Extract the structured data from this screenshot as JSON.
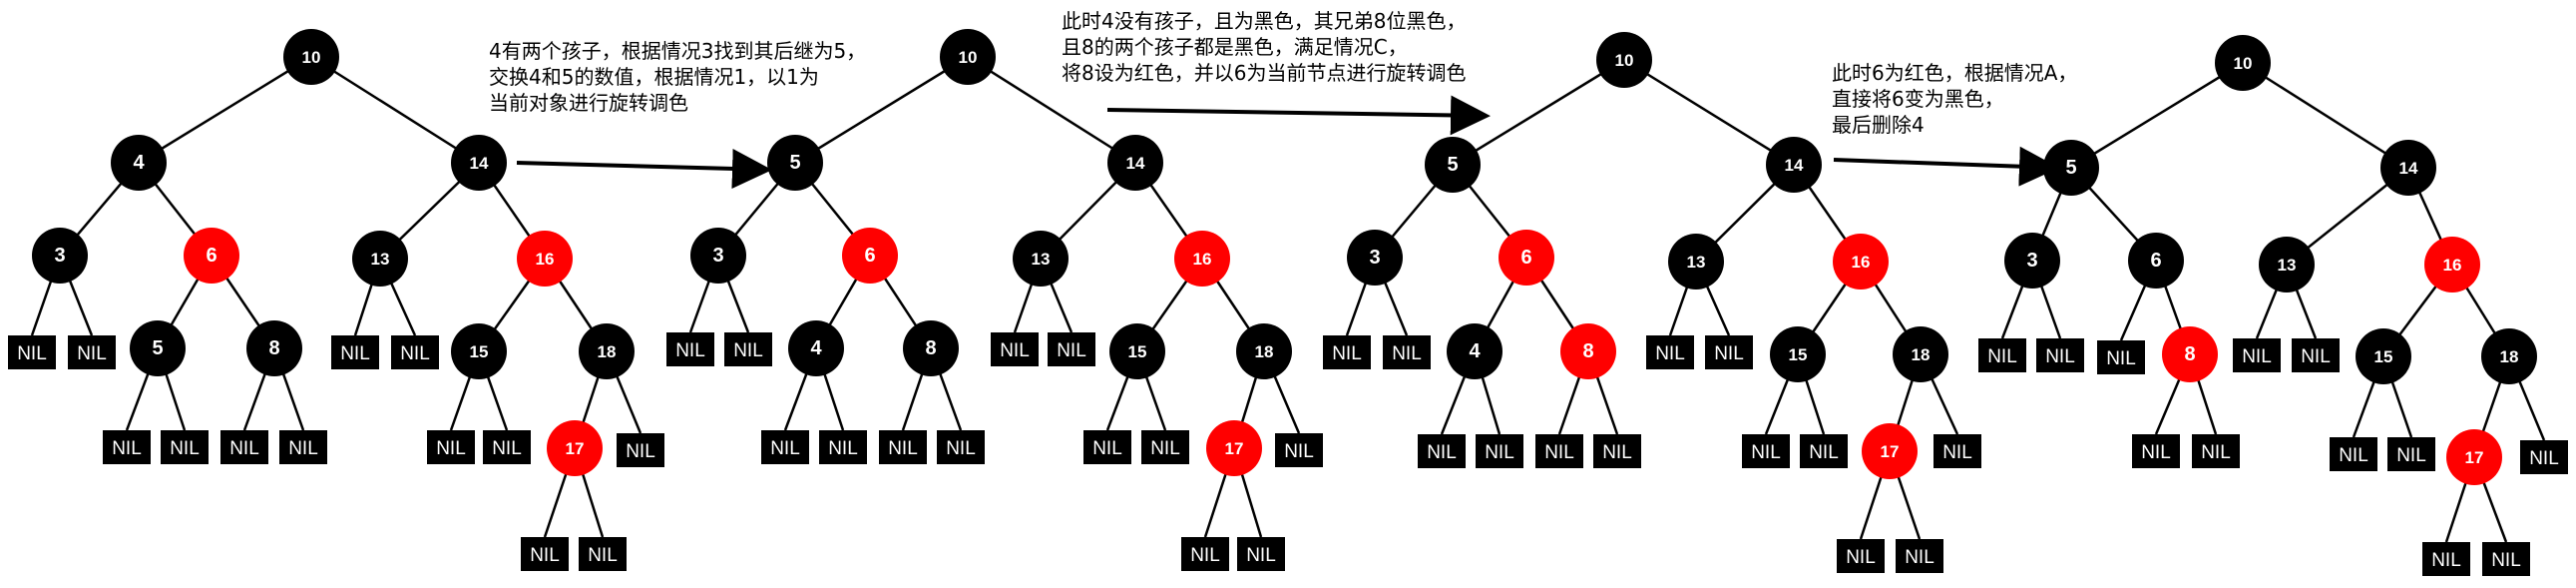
{
  "colors": {
    "black": "#000000",
    "red": "#ff0000",
    "edge": "#000000",
    "text": "#ffffff"
  },
  "nil_label": "NIL",
  "trees": [
    {
      "nodes": [
        {
          "id": "10",
          "label": "10",
          "color": "black"
        },
        {
          "id": "4",
          "label": "4",
          "color": "black",
          "parent": "10"
        },
        {
          "id": "14",
          "label": "14",
          "color": "black",
          "parent": "10"
        },
        {
          "id": "3",
          "label": "3",
          "color": "black",
          "parent": "4"
        },
        {
          "id": "6",
          "label": "6",
          "color": "red",
          "parent": "4"
        },
        {
          "id": "5",
          "label": "5",
          "color": "black",
          "parent": "6"
        },
        {
          "id": "8",
          "label": "8",
          "color": "black",
          "parent": "6"
        },
        {
          "id": "13",
          "label": "13",
          "color": "black",
          "parent": "14"
        },
        {
          "id": "16",
          "label": "16",
          "color": "red",
          "parent": "14"
        },
        {
          "id": "15",
          "label": "15",
          "color": "black",
          "parent": "16"
        },
        {
          "id": "18",
          "label": "18",
          "color": "black",
          "parent": "16"
        },
        {
          "id": "17",
          "label": "17",
          "color": "red",
          "parent": "18"
        }
      ],
      "nils": [
        "3",
        "3",
        "5",
        "5",
        "8",
        "8",
        "13",
        "13",
        "15",
        "15",
        "18",
        "17",
        "17"
      ]
    },
    {
      "nodes": [
        {
          "id": "10",
          "label": "10",
          "color": "black"
        },
        {
          "id": "5",
          "label": "5",
          "color": "black",
          "parent": "10"
        },
        {
          "id": "14",
          "label": "14",
          "color": "black",
          "parent": "10"
        },
        {
          "id": "3",
          "label": "3",
          "color": "black",
          "parent": "5"
        },
        {
          "id": "6",
          "label": "6",
          "color": "red",
          "parent": "5"
        },
        {
          "id": "4",
          "label": "4",
          "color": "black",
          "parent": "6"
        },
        {
          "id": "8",
          "label": "8",
          "color": "black",
          "parent": "6"
        },
        {
          "id": "13",
          "label": "13",
          "color": "black",
          "parent": "14"
        },
        {
          "id": "16",
          "label": "16",
          "color": "red",
          "parent": "14"
        },
        {
          "id": "15",
          "label": "15",
          "color": "black",
          "parent": "16"
        },
        {
          "id": "18",
          "label": "18",
          "color": "black",
          "parent": "16"
        },
        {
          "id": "17",
          "label": "17",
          "color": "red",
          "parent": "18"
        }
      ],
      "nils": [
        "3",
        "3",
        "4",
        "4",
        "8",
        "8",
        "13",
        "13",
        "15",
        "15",
        "18",
        "17",
        "17"
      ]
    },
    {
      "nodes": [
        {
          "id": "10",
          "label": "10",
          "color": "black"
        },
        {
          "id": "5",
          "label": "5",
          "color": "black",
          "parent": "10"
        },
        {
          "id": "14",
          "label": "14",
          "color": "black",
          "parent": "10"
        },
        {
          "id": "3",
          "label": "3",
          "color": "black",
          "parent": "5"
        },
        {
          "id": "6",
          "label": "6",
          "color": "red",
          "parent": "5"
        },
        {
          "id": "4",
          "label": "4",
          "color": "black",
          "parent": "6"
        },
        {
          "id": "8",
          "label": "8",
          "color": "red",
          "parent": "6"
        },
        {
          "id": "13",
          "label": "13",
          "color": "black",
          "parent": "14"
        },
        {
          "id": "16",
          "label": "16",
          "color": "red",
          "parent": "14"
        },
        {
          "id": "15",
          "label": "15",
          "color": "black",
          "parent": "16"
        },
        {
          "id": "18",
          "label": "18",
          "color": "black",
          "parent": "16"
        },
        {
          "id": "17",
          "label": "17",
          "color": "red",
          "parent": "18"
        }
      ],
      "nils": [
        "3",
        "3",
        "4",
        "4",
        "8",
        "8",
        "13",
        "13",
        "15",
        "15",
        "18",
        "17",
        "17"
      ]
    },
    {
      "nodes": [
        {
          "id": "10",
          "label": "10",
          "color": "black"
        },
        {
          "id": "5",
          "label": "5",
          "color": "black",
          "parent": "10"
        },
        {
          "id": "14",
          "label": "14",
          "color": "black",
          "parent": "10"
        },
        {
          "id": "3",
          "label": "3",
          "color": "black",
          "parent": "5"
        },
        {
          "id": "6",
          "label": "6",
          "color": "black",
          "parent": "5"
        },
        {
          "id": "8",
          "label": "8",
          "color": "red",
          "parent": "6"
        },
        {
          "id": "13",
          "label": "13",
          "color": "black",
          "parent": "14"
        },
        {
          "id": "16",
          "label": "16",
          "color": "red",
          "parent": "14"
        },
        {
          "id": "15",
          "label": "15",
          "color": "black",
          "parent": "16"
        },
        {
          "id": "18",
          "label": "18",
          "color": "black",
          "parent": "16"
        },
        {
          "id": "17",
          "label": "17",
          "color": "red",
          "parent": "18"
        }
      ],
      "nils": [
        "3",
        "3",
        "6",
        "8",
        "8",
        "13",
        "13",
        "15",
        "15",
        "18",
        "17",
        "17"
      ]
    }
  ],
  "notes": [
    {
      "lines": [
        "4有两个孩子，根据情况3找到其后继为5，",
        "交换4和5的数值，根据情况1，以1为",
        "当前对象进行旋转调色"
      ]
    },
    {
      "lines": [
        "此时4没有孩子，且为黑色，其兄弟8位黑色，",
        "且8的两个孩子都是黑色，满足情况C，",
        "将8设为红色，并以6为当前节点进行旋转调色"
      ]
    },
    {
      "lines": [
        "此时6为红色，根据情况A，",
        "直接将6变为黑色，",
        "最后删除4"
      ]
    }
  ]
}
